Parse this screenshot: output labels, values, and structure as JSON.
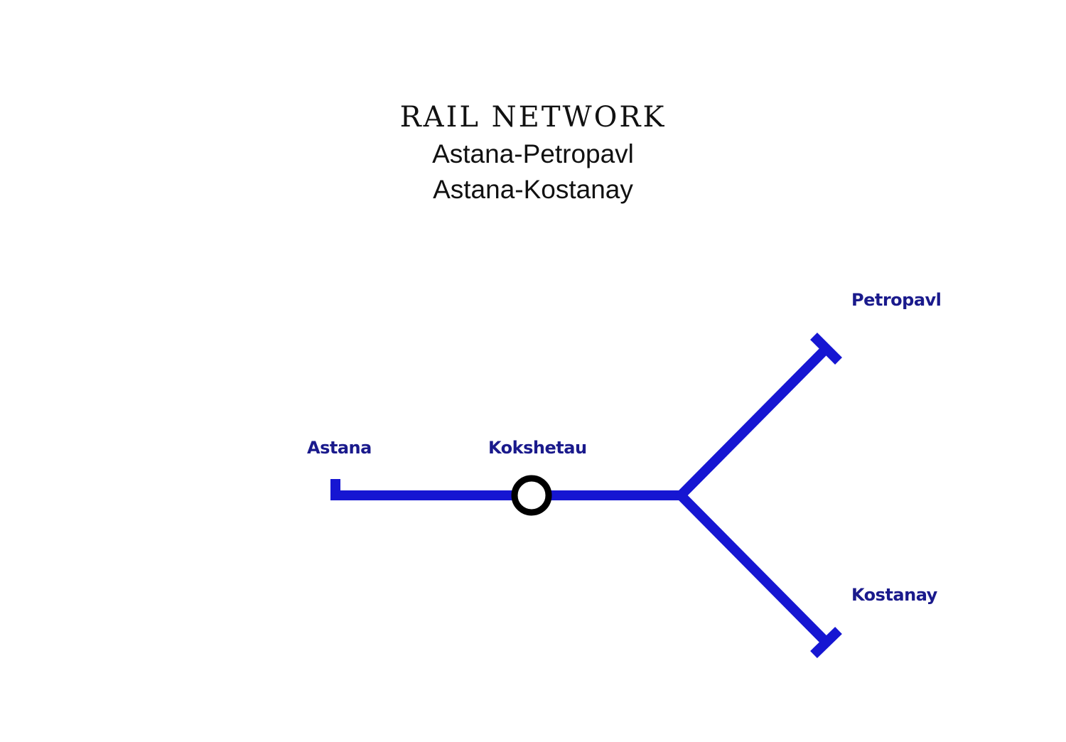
{
  "header": {
    "title": "RAIL NETWORK",
    "routes": [
      "Astana-Petropavl",
      "Astana-Kostanay"
    ]
  },
  "colors": {
    "line": "#1616d2",
    "label": "#1a1a8c",
    "station_ring": "#000000"
  },
  "stations": {
    "astana": "Astana",
    "kokshetau": "Kokshetau",
    "petropavl": "Petropavl",
    "kostanay": "Kostanay"
  }
}
